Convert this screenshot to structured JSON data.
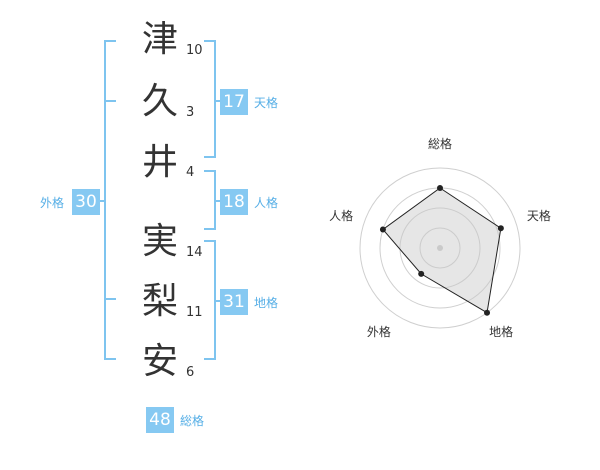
{
  "name_chars": [
    {
      "char": "津",
      "strokes": "10"
    },
    {
      "char": "久",
      "strokes": "3"
    },
    {
      "char": "井",
      "strokes": "4"
    },
    {
      "char": "実",
      "strokes": "14"
    },
    {
      "char": "梨",
      "strokes": "11"
    },
    {
      "char": "安",
      "strokes": "6"
    }
  ],
  "fortunes": {
    "tenkaku": {
      "label": "天格",
      "value": "17"
    },
    "jinkaku": {
      "label": "人格",
      "value": "18"
    },
    "chikaku": {
      "label": "地格",
      "value": "31"
    },
    "gaikaku": {
      "label": "外格",
      "value": "30"
    },
    "soukaku": {
      "label": "総格",
      "value": "48"
    }
  },
  "colors": {
    "accent": "#86c9f2",
    "bracket": "#7ec4ef",
    "label": "#55aee6"
  },
  "chart_data": {
    "type": "radar",
    "axes": [
      "総格",
      "天格",
      "地格",
      "外格",
      "人格"
    ],
    "max": 4,
    "values": [
      3,
      3.2,
      4,
      1.6,
      3
    ],
    "rings": 4,
    "grid": true
  }
}
